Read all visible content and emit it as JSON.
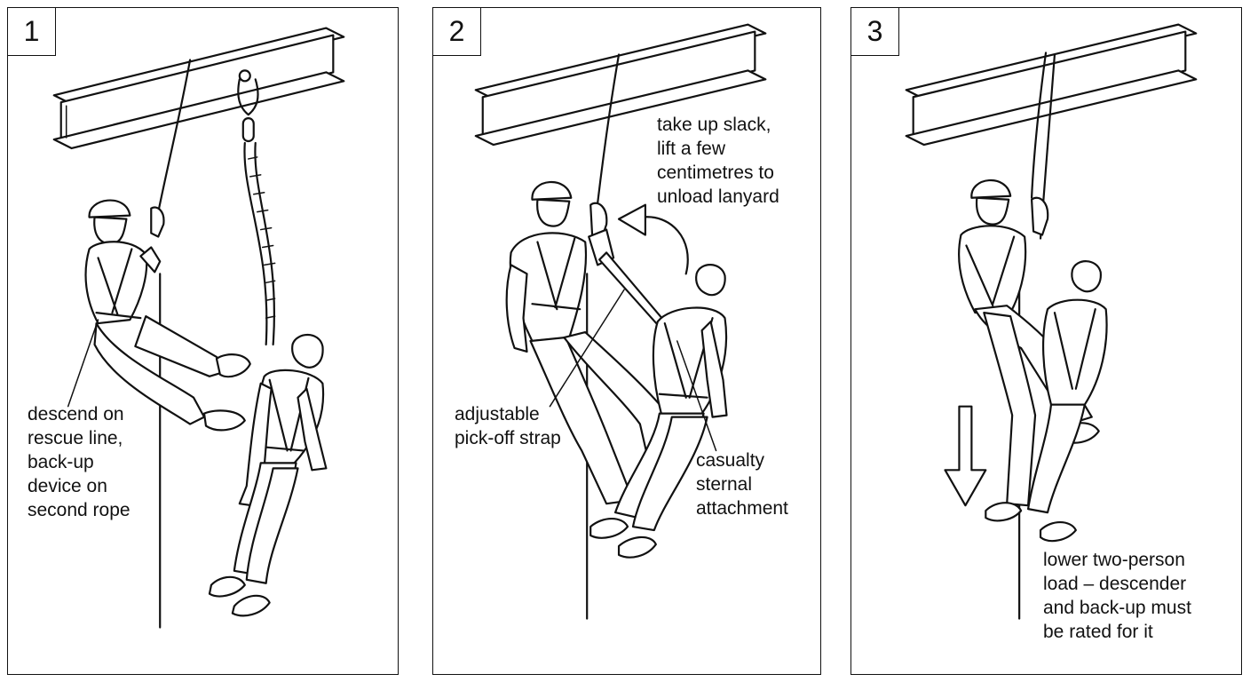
{
  "panels": [
    {
      "number": "1",
      "caption": [
        "descend on",
        "rescue line,",
        "back-up",
        "device on",
        "second rope"
      ]
    },
    {
      "number": "2",
      "caption_top": [
        "take up slack,",
        "lift a few",
        "centimetres to",
        "unload lanyard"
      ],
      "caption_left": [
        "adjustable",
        "pick-off strap"
      ],
      "caption_right": [
        "casualty",
        "sternal",
        "attachment"
      ]
    },
    {
      "number": "3",
      "caption": [
        "lower two-person",
        "load – descender",
        "and back-up must",
        "be rated for it"
      ]
    }
  ],
  "icons": [
    "i-beam-icon",
    "helmet-icon",
    "harness-icon",
    "carabiner-icon",
    "lanyard-icon",
    "curved-arrow-icon",
    "down-arrow-icon"
  ]
}
